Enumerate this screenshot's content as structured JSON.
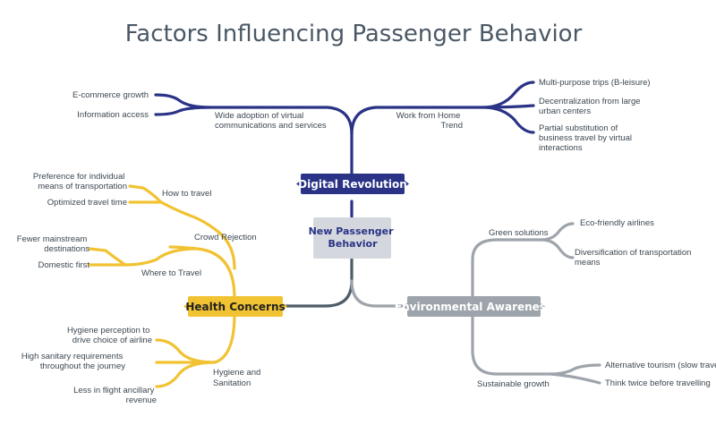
{
  "title": "Factors Influencing Passenger Behavior",
  "center": {
    "label_line1": "New Passenger",
    "label_line2": "Behavior"
  },
  "colors": {
    "digital": "#2a3386",
    "health": "#f1c232",
    "environment": "#9ea4ab",
    "center": "#d4d8de",
    "connector": "#4d5d68",
    "title": "#4a5866"
  },
  "digital": {
    "label": "Digital Revolution",
    "left_sub": {
      "line1": "Wide adoption of virtual",
      "line2": "communications and services"
    },
    "left_leaves": [
      "E-commerce growth",
      "Information access"
    ],
    "right_sub": {
      "line1": "Work from Home",
      "line2": "Trend"
    },
    "right_leaves": [
      {
        "line1": "Multi-purpose trips (B-leisure)"
      },
      {
        "line1": "Decentralization from large",
        "line2": "urban centers"
      },
      {
        "line1": "Partial substitution of",
        "line2": "business travel by virtual",
        "line3": "interactions"
      }
    ]
  },
  "health": {
    "label": "Health Concerns",
    "crowd": "Crowd Rejection",
    "how": "How to travel",
    "how_leaves": [
      {
        "line1": "Preference for individual",
        "line2": "means of transportation"
      },
      {
        "line1": "Optimized travel time"
      }
    ],
    "where": "Where to Travel",
    "where_leaves": [
      {
        "line1": "Fewer mainstream",
        "line2": "destinations"
      },
      {
        "line1": "Domestic first"
      }
    ],
    "hygiene": {
      "line1": "Hygiene and",
      "line2": "Sanitation"
    },
    "hygiene_leaves": [
      {
        "line1": "Hygiene perception to",
        "line2": "drive choice of airline"
      },
      {
        "line1": "High sanitary requirements",
        "line2": "throughout the journey"
      },
      {
        "line1": "Less in flight ancillary",
        "line2": "revenue"
      }
    ]
  },
  "environment": {
    "label": "Environmental Awareness",
    "green": "Green solutions",
    "green_leaves": [
      {
        "line1": "Eco-friendly airlines"
      },
      {
        "line1": "Diversification of transportation",
        "line2": "means"
      }
    ],
    "sustainable": "Sustainable growth",
    "sustainable_leaves": [
      "Alternative tourism (slow travel)",
      "Think twice before travelling"
    ]
  }
}
